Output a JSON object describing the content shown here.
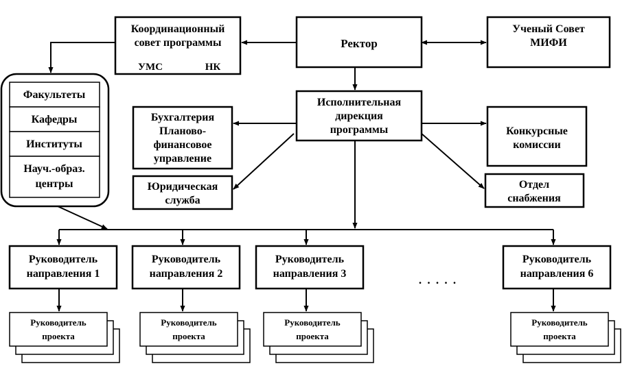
{
  "nodes": {
    "rector": "Ректор",
    "coord_council": [
      "Координационный",
      "совет программы"
    ],
    "coord_ums": "УМС",
    "coord_nk": "НК",
    "academic_council": [
      "Ученый Совет",
      "МИФИ"
    ],
    "exec_directorate": [
      "Исполнительная",
      "дирекция",
      "программы"
    ],
    "accounting": [
      "Бухгалтерия",
      "Планово-",
      "финансовое",
      "управление"
    ],
    "legal": [
      "Юридическая",
      "служба"
    ],
    "competition": [
      "Конкурсные",
      "комиссии"
    ],
    "supply": [
      "Отдел",
      "снабжения"
    ],
    "units": [
      [
        "Факультеты"
      ],
      [
        "Кафедры"
      ],
      [
        "Институты"
      ],
      [
        "Науч.-образ.",
        "центры"
      ]
    ],
    "direction_heads": [
      [
        "Руководитель",
        "направления 1"
      ],
      [
        "Руководитель",
        "направления 2"
      ],
      [
        "Руководитель",
        "направления 3"
      ],
      [
        "Руководитель",
        "направления 6"
      ]
    ],
    "project_head": [
      "Руководитель",
      "проекта"
    ],
    "ellipsis": ". . . . ."
  }
}
